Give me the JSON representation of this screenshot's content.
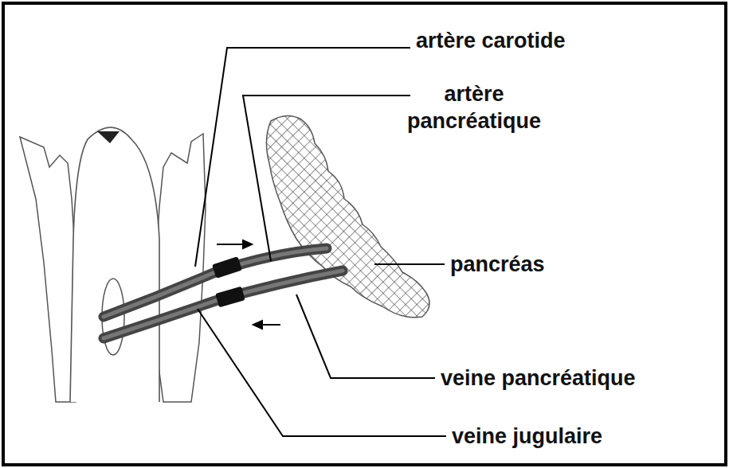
{
  "diagram": {
    "labels": [
      "artère carotide",
      "artère pancréatique",
      "pancréas",
      "veine pancréatique",
      "veine jugulaire"
    ]
  }
}
